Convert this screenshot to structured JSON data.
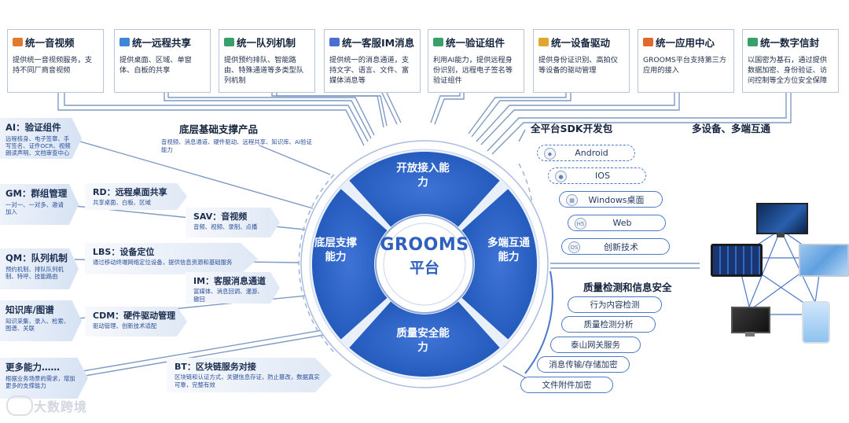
{
  "top_cards": [
    {
      "title": "统一音视频",
      "desc": "提供统一音视频服务，支持不同厂商音视频",
      "icon": "video-icon",
      "color": "#e07b2e"
    },
    {
      "title": "统一远程共享",
      "desc": "提供桌面、区域、单窗体、白板的共享",
      "icon": "screen-share-icon",
      "color": "#3d86d8"
    },
    {
      "title": "统一队列机制",
      "desc": "提供预约排队、智能路由、特殊通道等多类型队列机制",
      "icon": "queue-icon",
      "color": "#3aa06a"
    },
    {
      "title": "统一客服IM消息",
      "desc": "提供统一的消息通道，支持文字、语言、文件、富媒体消息等",
      "icon": "chat-icon",
      "color": "#4a6fd0"
    },
    {
      "title": "统一验证组件",
      "desc": "利用AI能力，提供远程身份识别，远程电子签名等验证组件",
      "icon": "verify-icon",
      "color": "#3aa06a"
    },
    {
      "title": "统一设备驱动",
      "desc": "提供身份证识别、高拍仪等设备的驱动管理",
      "icon": "device-icon",
      "color": "#e0a72e"
    },
    {
      "title": "统一应用中心",
      "desc": "GROOMS平台支持第三方应用的接入",
      "icon": "app-center-icon",
      "color": "#e06a2e"
    },
    {
      "title": "统一数字信封",
      "desc": "以国密为基石，通过提供数据加密、身份验证、访问控制等全方位安全保障",
      "icon": "envelope-icon",
      "color": "#3aa06a"
    }
  ],
  "left_section": {
    "title": "底层基础支撑产品",
    "desc": "音视频、消息通道、硬件驱动、远程共享、知识库、AI验证能力"
  },
  "left_badges": [
    {
      "title": "AI：验证组件",
      "desc": "远程核身、电子签章、手写签名、证件OCR、视频朗读声明、文档审查中心"
    },
    {
      "title": "GM：群组管理",
      "desc": "一对一、一对多、邀请加入"
    },
    {
      "title": "QM：队列机制",
      "desc": "预约机制、排队队列机制、特呼、技能路由"
    },
    {
      "title": "知识库/图谱",
      "desc": "知识采集、录入、检索、图谱、关联"
    },
    {
      "title": "更多能力……",
      "desc": "根据业务场景的需求，增加更多的支撑能力"
    }
  ],
  "mid_badges": [
    {
      "title": "RD：远程桌面共享",
      "desc": "共享桌面、白板、区域"
    },
    {
      "title": "SAV：音视频",
      "desc": "音频、视频、录制、点播"
    },
    {
      "title": "LBS：设备定位",
      "desc": "通过移动终端网络定位设备，提供信息资源和基础服务"
    },
    {
      "title": "IM：客服消息通道",
      "desc": "富媒体、消息回调、漫游、撤回"
    },
    {
      "title": "CDM：硬件驱动管理",
      "desc": "驱动管理、创新技术适配"
    },
    {
      "title": "BT：区块链服务对接",
      "desc": "区块链和认证方式，关键信息存证，防止篡改，数据真实可靠，完整有效"
    }
  ],
  "center": {
    "name": "GROOMS",
    "sub": "平台",
    "q_top": "开放接入能力",
    "q_left": "底层支撑能力",
    "q_right": "多端互通能力",
    "q_bottom": "质量安全能力"
  },
  "sdk": {
    "title": "全平台SDK开发包",
    "items": [
      {
        "label": "Android",
        "icon": "android-icon",
        "dashed": true
      },
      {
        "label": "IOS",
        "icon": "apple-icon",
        "dashed": true
      },
      {
        "label": "Windows桌面",
        "icon": "windows-icon",
        "dashed": false
      },
      {
        "label": "Web",
        "icon": "html5-icon",
        "dashed": false
      },
      {
        "label": "创新技术",
        "icon": "os-icon",
        "dashed": false
      }
    ]
  },
  "multi_device": {
    "title": "多设备、多端互通"
  },
  "quality": {
    "title": "质量检测和信息安全",
    "items": [
      "行为内容检测",
      "质量检测分析",
      "泰山网关服务",
      "消息传输/存储加密",
      "文件附件加密"
    ]
  },
  "watermark": "大数跨境"
}
